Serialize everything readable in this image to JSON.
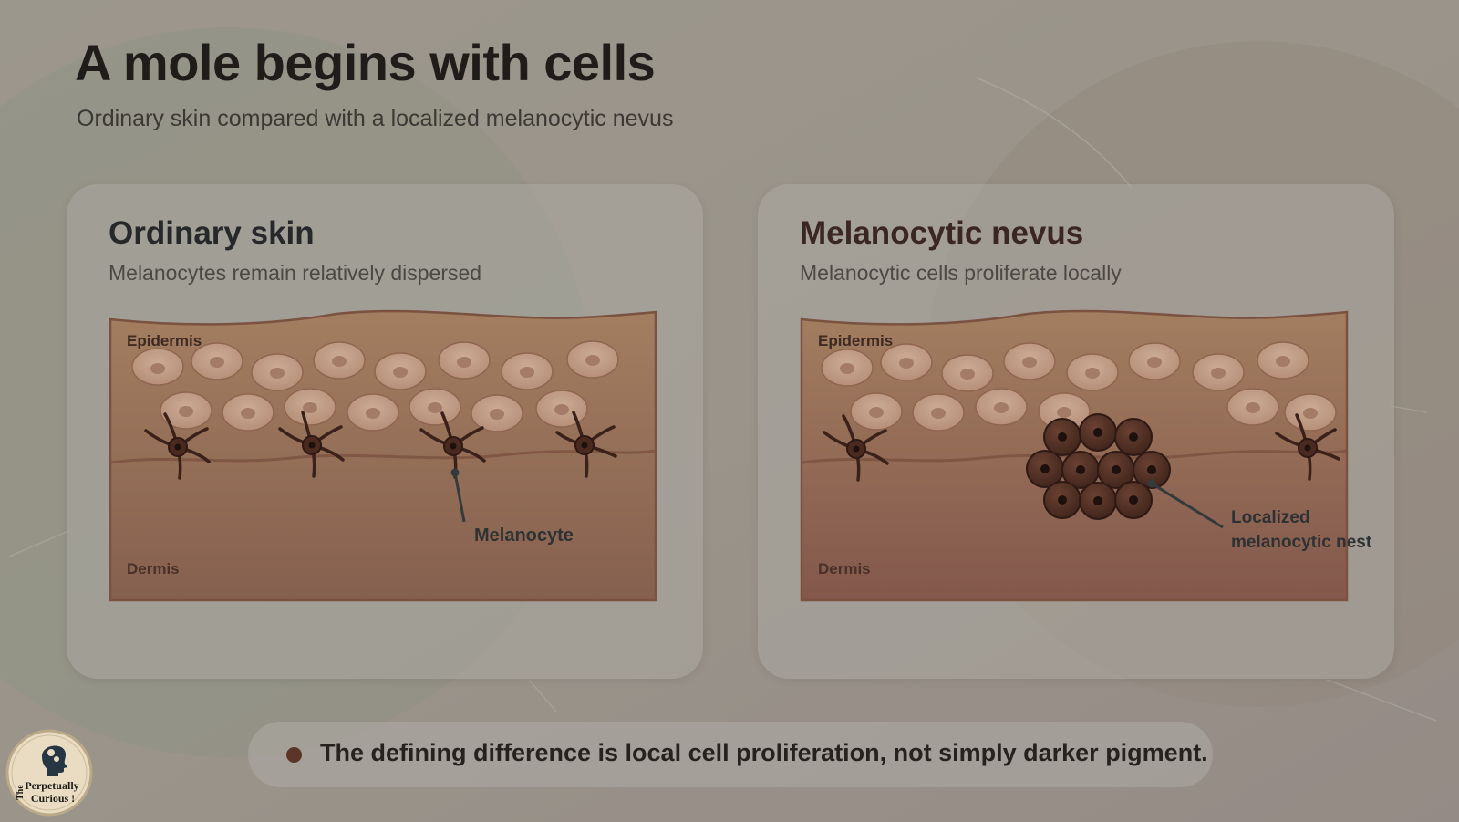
{
  "title": "A mole begins with cells",
  "subtitle": "Ordinary skin compared with a localized melanocytic nevus",
  "panels": {
    "ordinary": {
      "title": "Ordinary skin",
      "subtitle": "Melanocytes remain relatively dispersed",
      "label_epidermis": "Epidermis",
      "label_dermis": "Dermis",
      "callout": "Melanocyte"
    },
    "nevus": {
      "title": "Melanocytic nevus",
      "subtitle": "Melanocytic cells proliferate locally",
      "label_epidermis": "Epidermis",
      "label_dermis": "Dermis",
      "callout_line1": "Localized",
      "callout_line2": "melanocytic nest"
    }
  },
  "footer": {
    "text": "The defining difference is local cell proliferation, not simply darker pigment."
  },
  "logo": {
    "text_line1": "Perpetually",
    "text_line2": "Curious !",
    "text_side": "The"
  },
  "colors": {
    "skin_top": "#a17c5e",
    "skin_bottom": "#845a4b",
    "skin_border": "#7b5140",
    "melanocyte": "#3a211a",
    "nest_cell": "#4a2c22",
    "bullet": "#5b3628"
  }
}
